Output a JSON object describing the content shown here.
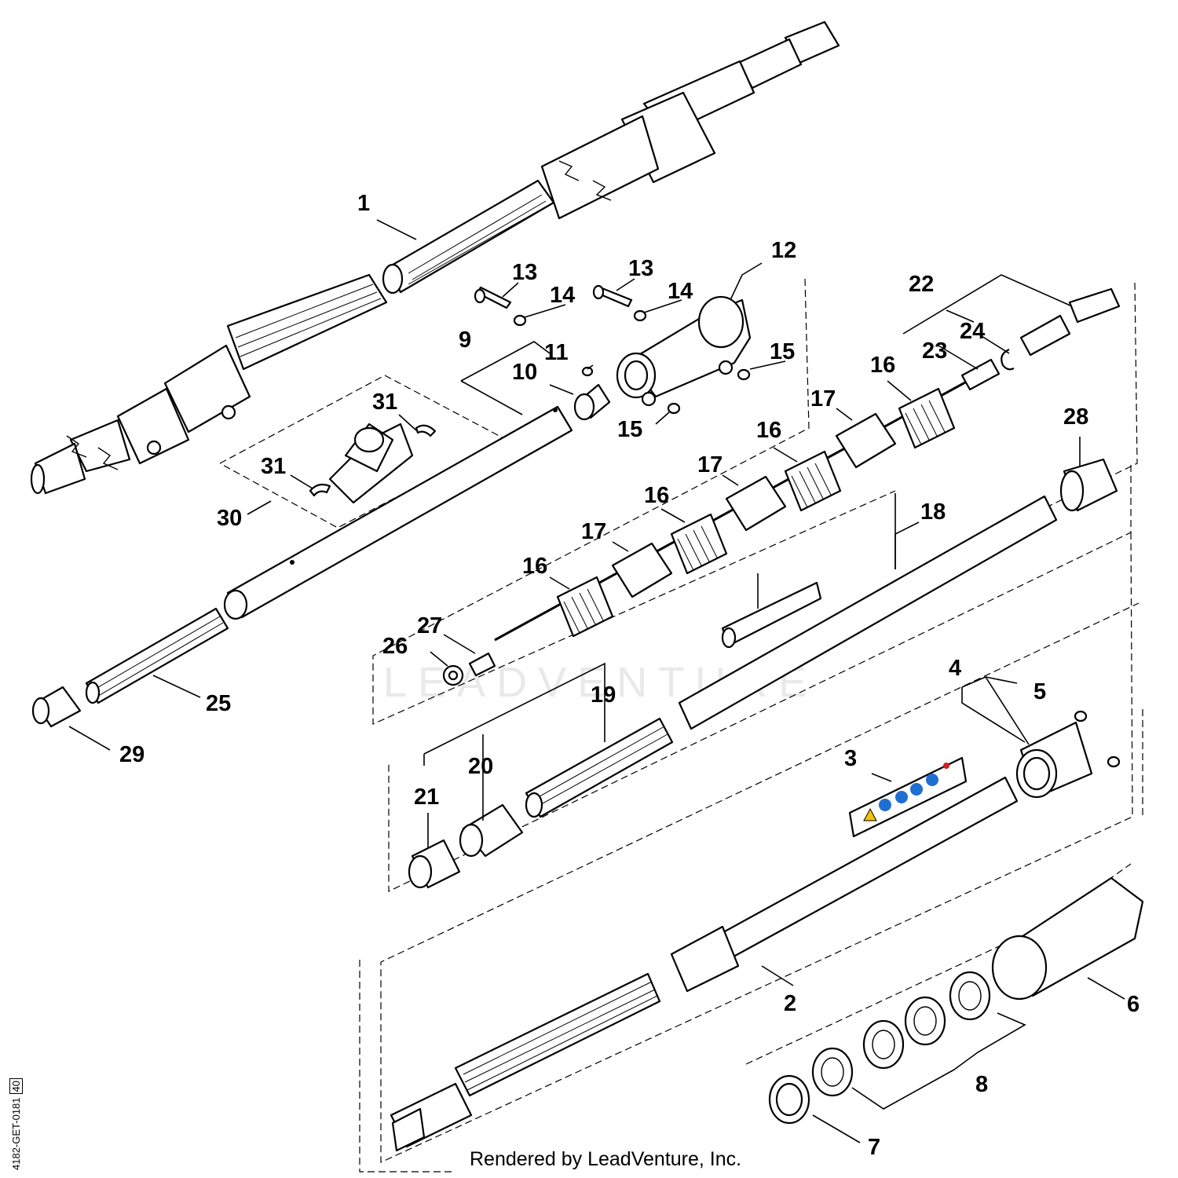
{
  "diagram": {
    "watermark": "LEADVENTURE",
    "footer": "Rendered by LeadVenture, Inc.",
    "drawing_code": "4182-GET-0181",
    "drawing_code_box": "40",
    "callouts": [
      {
        "id": "1",
        "label": "1"
      },
      {
        "id": "2",
        "label": "2"
      },
      {
        "id": "3",
        "label": "3"
      },
      {
        "id": "4",
        "label": "4"
      },
      {
        "id": "5",
        "label": "5"
      },
      {
        "id": "6",
        "label": "6"
      },
      {
        "id": "7",
        "label": "7"
      },
      {
        "id": "8",
        "label": "8"
      },
      {
        "id": "9",
        "label": "9"
      },
      {
        "id": "10",
        "label": "10"
      },
      {
        "id": "11",
        "label": "11"
      },
      {
        "id": "12",
        "label": "12"
      },
      {
        "id": "13a",
        "label": "13"
      },
      {
        "id": "13b",
        "label": "13"
      },
      {
        "id": "14a",
        "label": "14"
      },
      {
        "id": "14b",
        "label": "14"
      },
      {
        "id": "15a",
        "label": "15"
      },
      {
        "id": "15b",
        "label": "15"
      },
      {
        "id": "16a",
        "label": "16"
      },
      {
        "id": "16b",
        "label": "16"
      },
      {
        "id": "16c",
        "label": "16"
      },
      {
        "id": "16d",
        "label": "16"
      },
      {
        "id": "17a",
        "label": "17"
      },
      {
        "id": "17b",
        "label": "17"
      },
      {
        "id": "17c",
        "label": "17"
      },
      {
        "id": "18",
        "label": "18"
      },
      {
        "id": "19",
        "label": "19"
      },
      {
        "id": "20",
        "label": "20"
      },
      {
        "id": "21",
        "label": "21"
      },
      {
        "id": "22",
        "label": "22"
      },
      {
        "id": "23",
        "label": "23"
      },
      {
        "id": "24",
        "label": "24"
      },
      {
        "id": "25",
        "label": "25"
      },
      {
        "id": "26",
        "label": "26"
      },
      {
        "id": "27",
        "label": "27"
      },
      {
        "id": "28",
        "label": "28"
      },
      {
        "id": "29",
        "label": "29"
      },
      {
        "id": "30",
        "label": "30"
      },
      {
        "id": "31a",
        "label": "31"
      },
      {
        "id": "31b",
        "label": "31"
      }
    ]
  }
}
